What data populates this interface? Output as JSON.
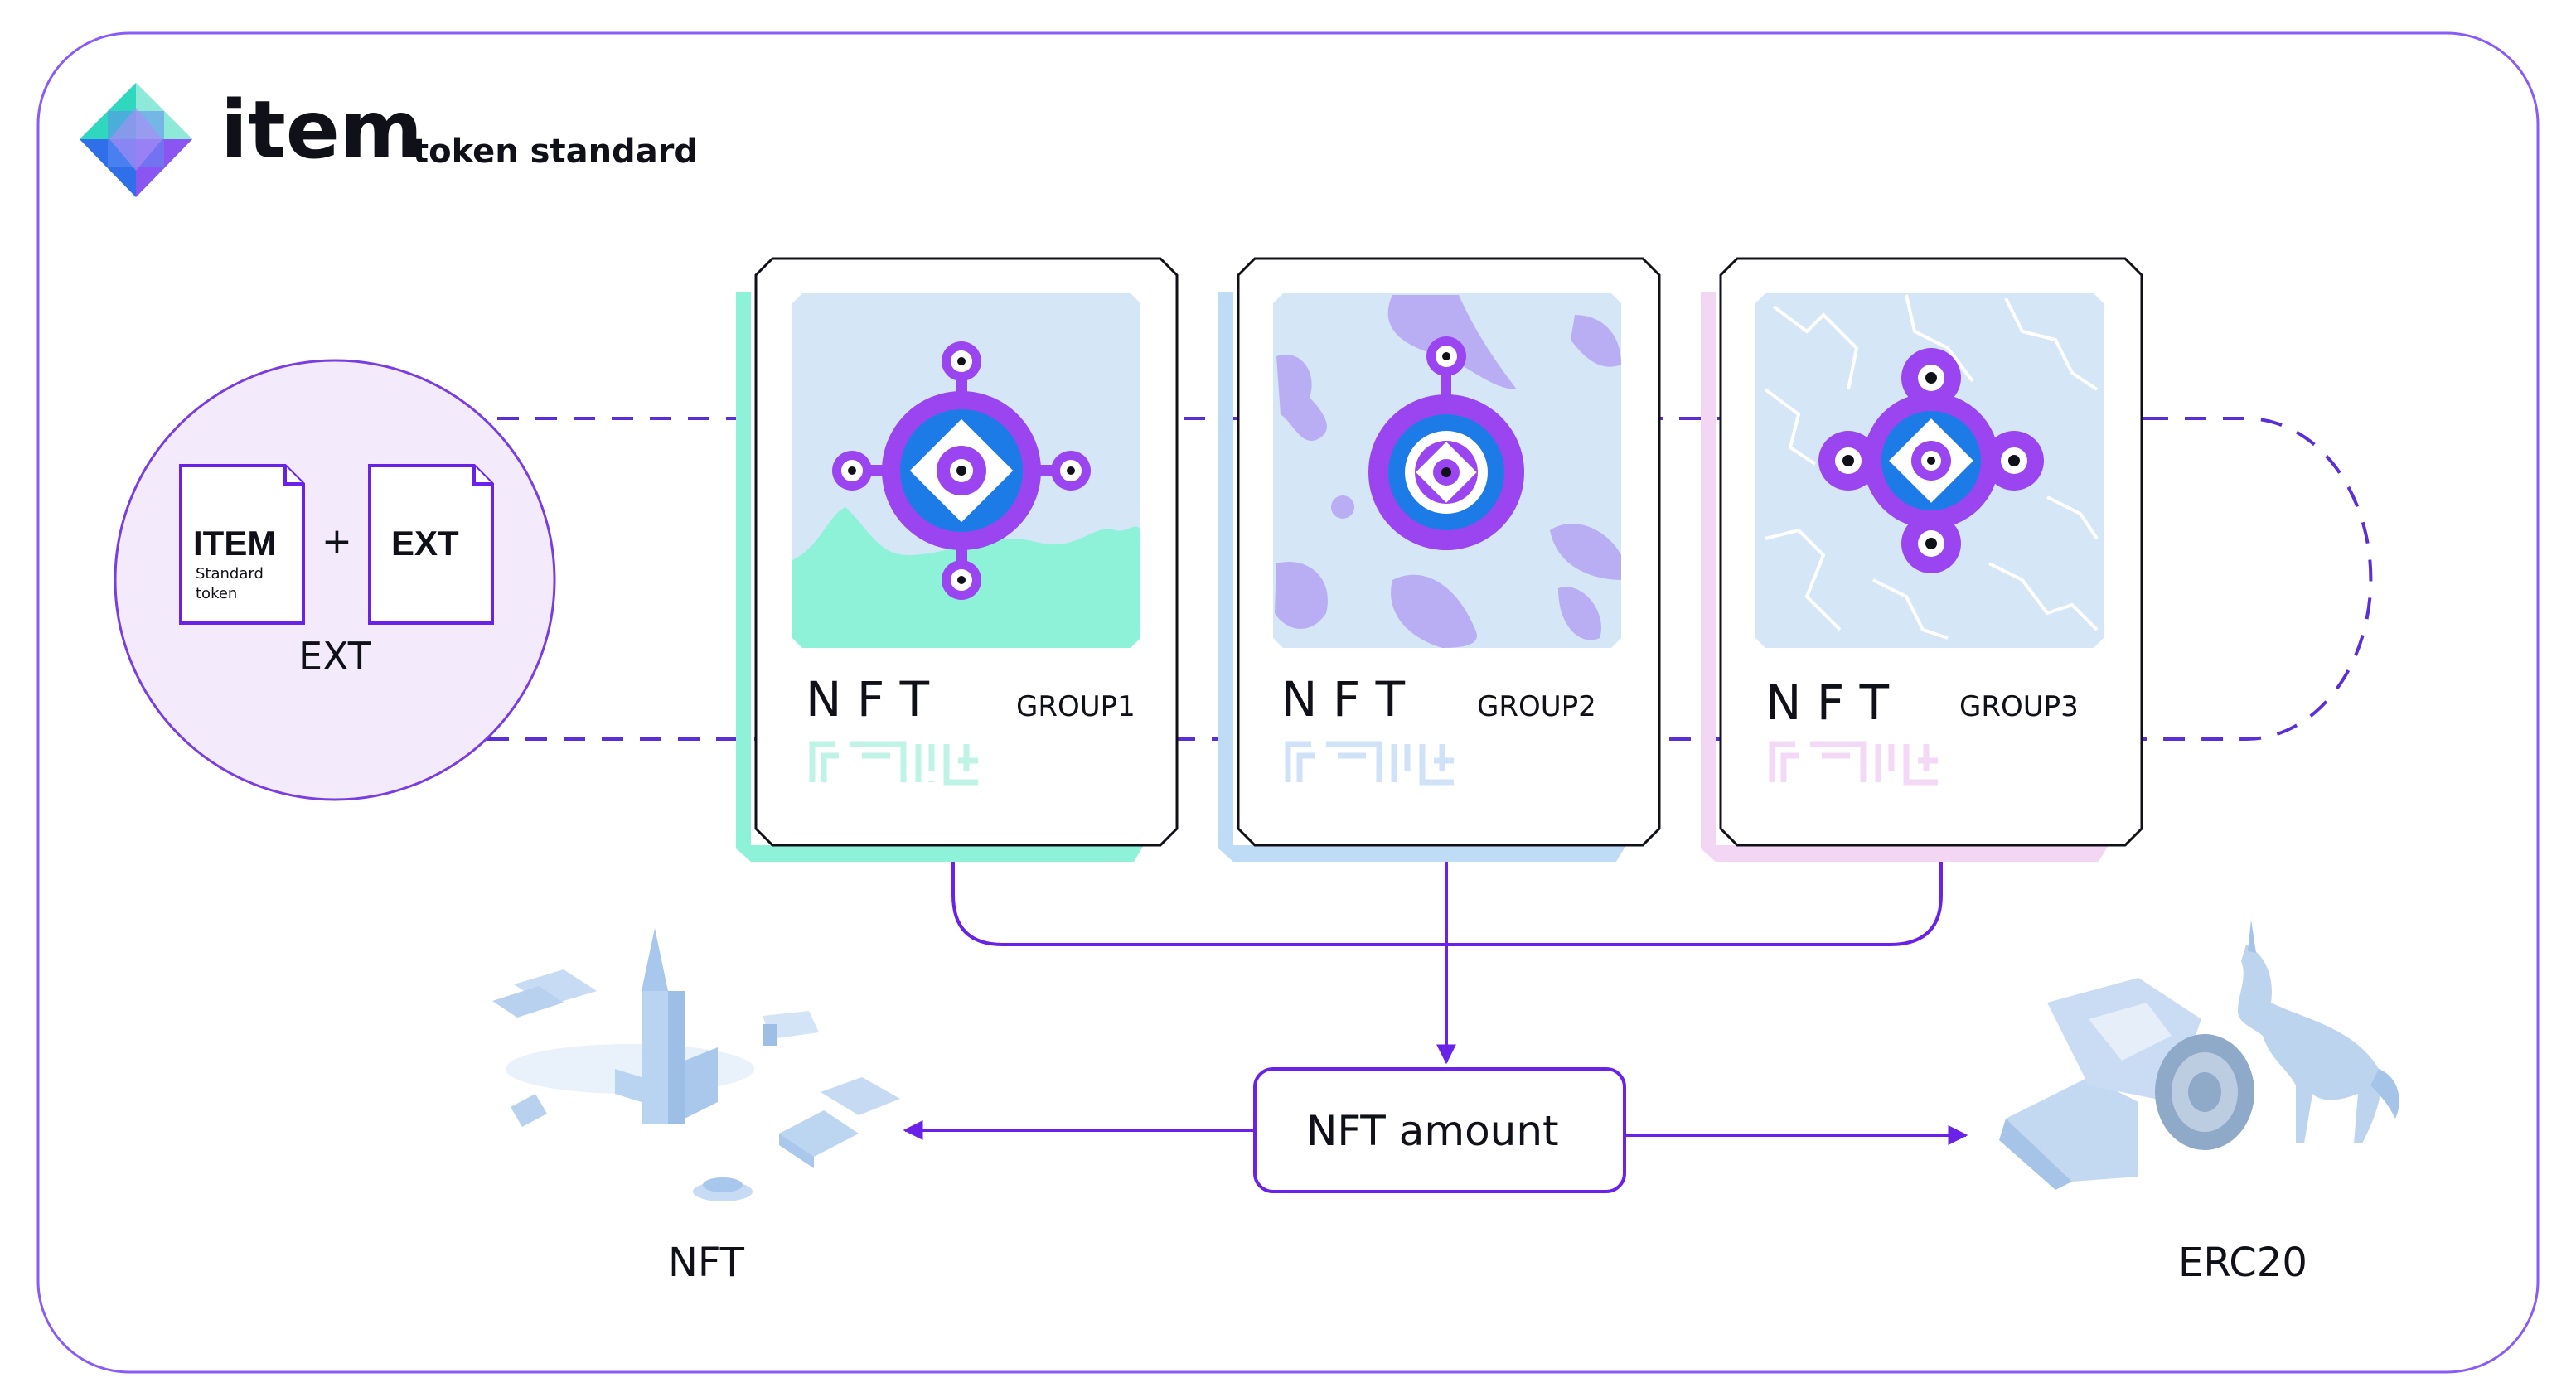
{
  "header": {
    "logo_word": "item",
    "subtitle": "token standard"
  },
  "ext_group": {
    "item_doc": {
      "title": "ITEM",
      "sub1": "Standard",
      "sub2": "token"
    },
    "plus": "+",
    "ext_doc": {
      "title": "EXT"
    },
    "caption": "EXT"
  },
  "cards": [
    {
      "label": "N F T",
      "group": "GROUP1",
      "accent": "#8ef2d8",
      "tint": "#dff6ef"
    },
    {
      "label": "N F T",
      "group": "GROUP2",
      "accent": "#bfdcf6",
      "tint": "#e1eefa"
    },
    {
      "label": "N F T",
      "group": "GROUP3",
      "accent": "#f3d6f4",
      "tint": "#f7e8f8"
    }
  ],
  "amount_box": {
    "label": "NFT amount"
  },
  "outputs": {
    "left": "NFT",
    "right": "ERC20"
  },
  "colors": {
    "frame": "#8a5cf6",
    "flow": "#6a22e8",
    "dash": "#5b2fd6",
    "circle_fill": "#f3eafc",
    "art_bg": "#d5e6f7",
    "gem_purple": "#9a45f0",
    "gem_blue": "#1c7be6"
  }
}
